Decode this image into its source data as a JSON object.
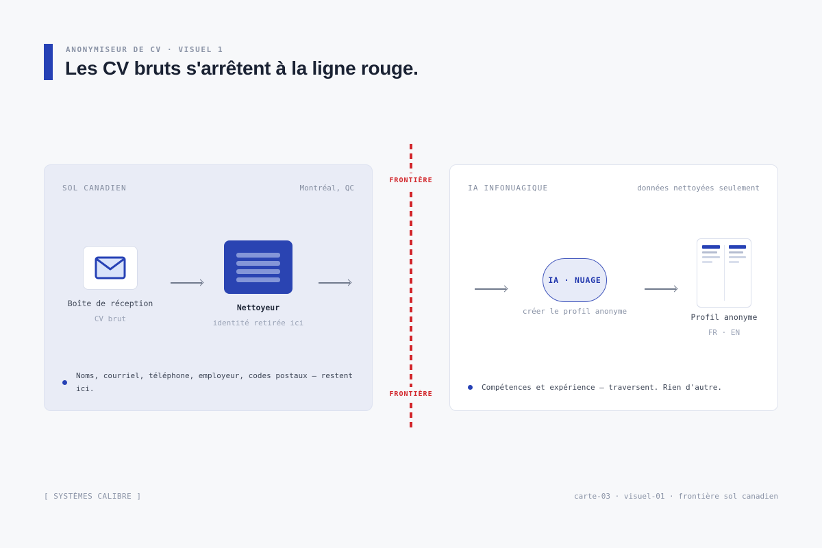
{
  "header": {
    "kicker": "ANONYMISEUR DE CV · VISUEL 1",
    "title": "Les CV bruts s'arrêtent à la ligne rouge."
  },
  "panels": {
    "left": {
      "label": "SOL CANADIEN",
      "meta": "Montréal, QC",
      "nodes": {
        "inbox": {
          "title": "Boîte de réception",
          "subtitle": "CV brut",
          "icon": "mail-icon"
        },
        "cleaner": {
          "title": "Nettoyeur",
          "subtitle": "identité retirée ici",
          "icon": "redaction-lines-icon"
        }
      },
      "bullet": "Noms, courriel, téléphone, employeur, codes postaux – restent ici."
    },
    "right": {
      "label": "IA INFONUAGIQUE",
      "meta": "données nettoyées seulement",
      "nodes": {
        "cloud": {
          "title": "IA · NUAGE",
          "caption": "créer le profil anonyme"
        },
        "profile": {
          "title": "Profil anonyme",
          "subtitle": "FR · EN",
          "icon": "bilingual-document-icon"
        }
      },
      "bullet": "Compétences et expérience – traversent. Rien d'autre."
    }
  },
  "divider": {
    "label_top": "FRONTIÈRE",
    "label_bottom": "FRONTIÈRE"
  },
  "footer": {
    "left": "[ SYSTÈMES CALIBRE ]",
    "right": "carte-03 · visuel-01 · frontière sol canadien"
  },
  "colors": {
    "accent_blue": "#2641b5",
    "panel_blue": "#e9ecf6",
    "border_red": "#d2262b",
    "muted_text": "#8a93a6",
    "body_text": "#3f4757"
  }
}
